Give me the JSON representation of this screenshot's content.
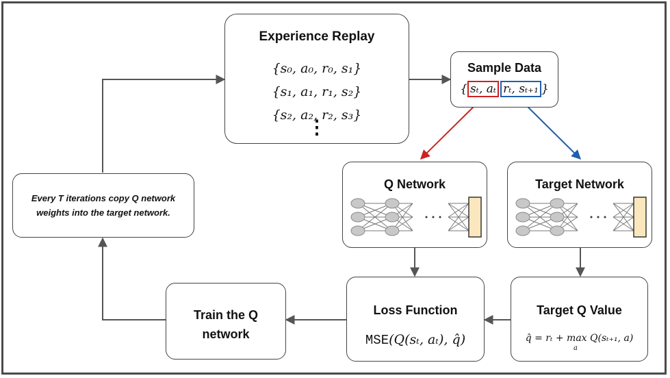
{
  "experience_replay": {
    "title": "Experience Replay",
    "rows": [
      "{s₀, a₀, r₀, s₁}",
      "{s₁, a₁, r₁, s₂}",
      "{s₂, a₂, r₂, s₃}"
    ],
    "ellipsis": "⋮"
  },
  "sample_data": {
    "title": "Sample Data",
    "open_brace": "{",
    "group_a": "sₜ, aₜ",
    "group_b": "rₜ, sₜ₊₁",
    "close_brace": "}"
  },
  "q_network": {
    "title": "Q Network"
  },
  "target_network": {
    "title": "Target Network"
  },
  "copy_note": {
    "text": "Every T iterations copy Q network weights into the target network."
  },
  "train": {
    "title": "Train the Q network"
  },
  "loss_function": {
    "title": "Loss Function",
    "mse": "MSE",
    "expression": "(Q(sₜ, aₜ), q̂)"
  },
  "target_q_value": {
    "title": "Target Q Value",
    "formula": "q̂ = rₜ + max Q(sₜ₊₁, a)",
    "max_sub": "a"
  },
  "colors": {
    "red_arrow": "#cc2222",
    "blue_arrow": "#1f5fae",
    "node_fill": "#c8c8c8",
    "output_fill": "#fbe7bd"
  }
}
